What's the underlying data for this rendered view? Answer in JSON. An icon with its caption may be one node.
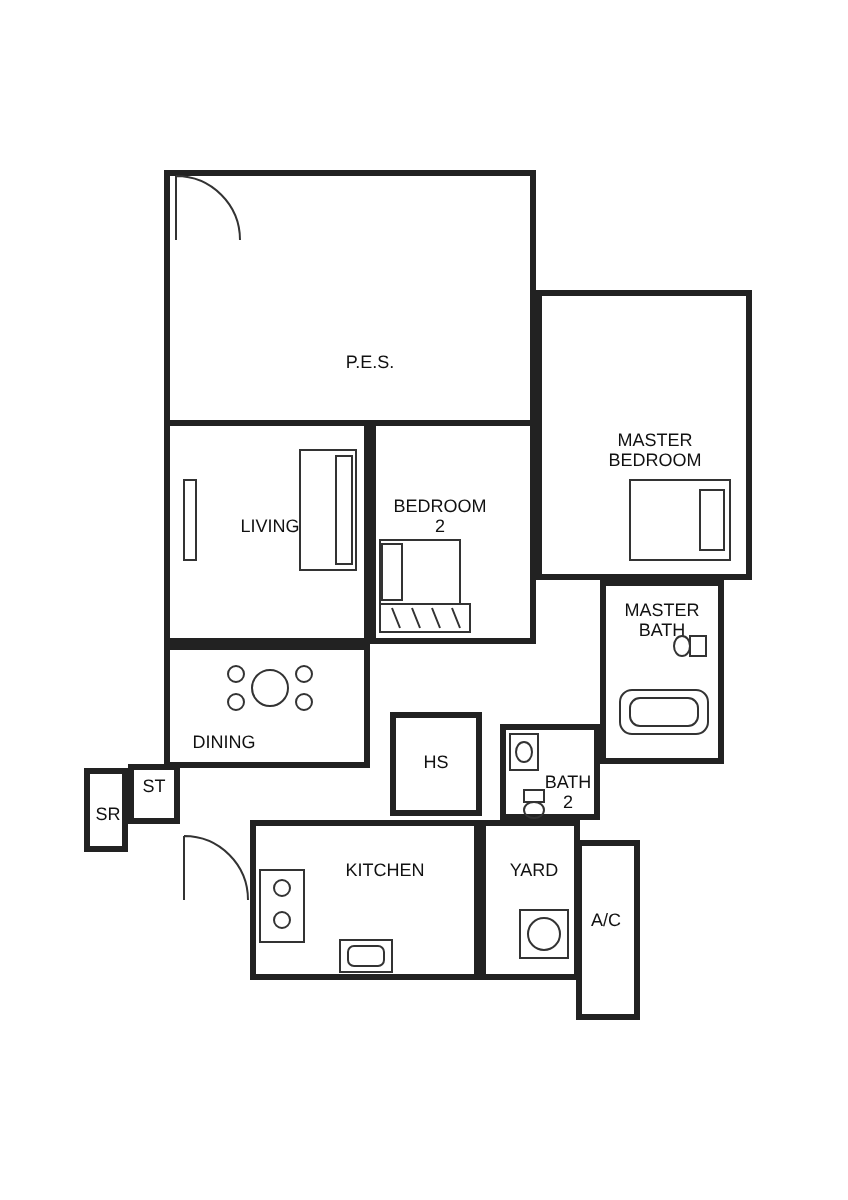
{
  "diagram": {
    "nodes": [
      {
        "text": [
          "P.E.S."
        ]
      },
      {
        "text": [
          "MASTER BEDROOM"
        ]
      },
      {
        "text": [
          "LIVING"
        ]
      },
      {
        "text": [
          "BEDROOM 2"
        ]
      },
      {
        "text": [
          "MASTER BATH"
        ]
      },
      {
        "text": [
          "DINING"
        ]
      },
      {
        "text": [
          "HS"
        ]
      },
      {
        "text": [
          "ST"
        ]
      },
      {
        "text": [
          "BATH 2"
        ]
      },
      {
        "text": [
          "SR"
        ]
      },
      {
        "text": [
          "KITCHEN"
        ]
      },
      {
        "text": [
          "YARD"
        ]
      },
      {
        "text": [
          "A/C"
        ]
      }
    ]
  }
}
